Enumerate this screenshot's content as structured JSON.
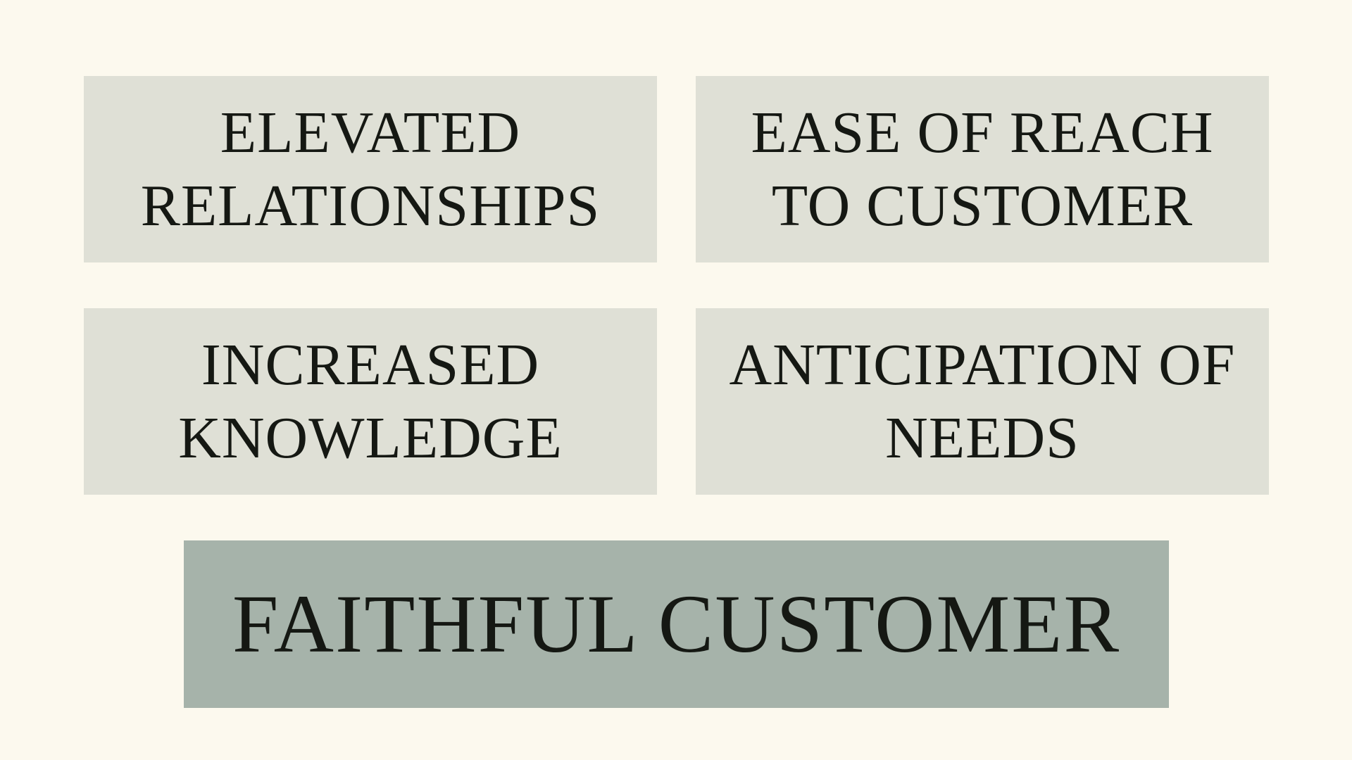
{
  "colors": {
    "background": "#fcf9ee",
    "box_fill": "#dfe0d6",
    "result_fill": "#a6b3aa",
    "text": "#151813"
  },
  "factors": [
    {
      "label": "ELEVATED RELATIONSHIPS"
    },
    {
      "label": "EASE OF REACH TO CUSTOMER"
    },
    {
      "label": "INCREASED KNOWLEDGE"
    },
    {
      "label": "ANTICIPATION OF NEEDS"
    }
  ],
  "result": {
    "label": "FAITHFUL CUSTOMER"
  }
}
